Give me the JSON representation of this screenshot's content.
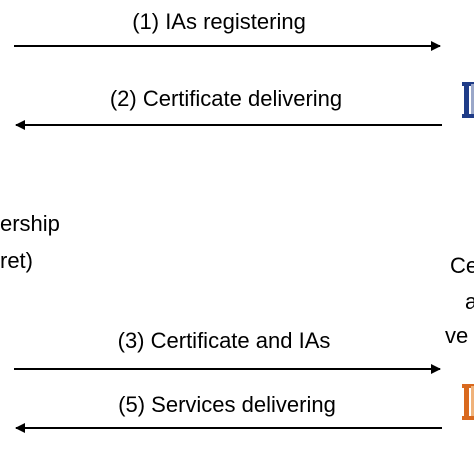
{
  "messages": {
    "m1": "(1) IAs registering",
    "m2": "(2) Certificate delivering",
    "m3": "(3) Certificate and IAs",
    "m5": "(5) Services delivering"
  },
  "left_text": {
    "line1": "ership",
    "line2": "ret)"
  },
  "right_text": {
    "line1": "Ce",
    "line2": "a",
    "line3": "ve"
  },
  "colors": {
    "line": "#000000",
    "icon_blue": "#1f3c88",
    "icon_orange": "#d9691e"
  },
  "icons": [
    "document-icon-top",
    "document-icon-bottom"
  ]
}
